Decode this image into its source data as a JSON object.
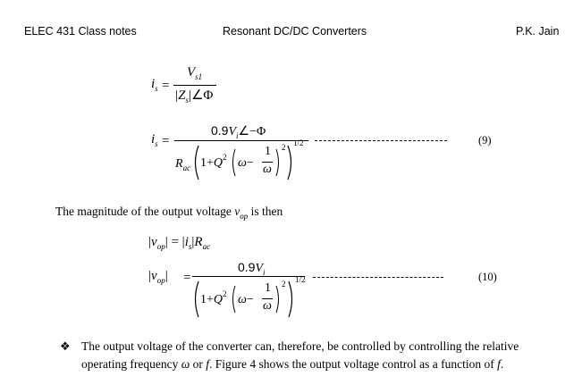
{
  "header": {
    "course": "ELEC 431 Class notes",
    "title": "Resonant DC/DC Converters",
    "author": "P.K. Jain"
  },
  "eq1": {
    "lhs": "i",
    "lhs_sub": "s",
    "equals": "=",
    "num": "V",
    "num_sub": "s1",
    "den": "|Z",
    "den_sub": "s",
    "den_tail": "|∠Φ"
  },
  "eq9": {
    "lhs": "i",
    "lhs_sub": "s",
    "equals": "=",
    "num_coef": "0.9",
    "num_var": "V",
    "num_var_sub": "i",
    "num_tail": "∠−Φ",
    "den_R": "R",
    "den_R_sub": "ac",
    "one_plus": "1+",
    "Q": "Q",
    "Q_sup": "2",
    "omega": "ω",
    "minus": "−",
    "frac_num": "1",
    "frac_den": "ω",
    "inner_sup": "2",
    "outer_sup": "1/2",
    "number": "(9)"
  },
  "sentence": {
    "text_before": "The magnitude of the output voltage ",
    "var": "v",
    "var_sub": "op",
    "text_after": " is then"
  },
  "eq_mag": {
    "v": "v",
    "v_sub": "op",
    "eq": "=",
    "i": "i",
    "i_sub": "s",
    "R": "R",
    "R_sub": "ac"
  },
  "eq10": {
    "v": "v",
    "v_sub": "op",
    "equals": "=",
    "num_coef": "0.9",
    "num_var": "V",
    "num_var_sub": "i",
    "one_plus": "1+",
    "Q": "Q",
    "Q_sup": "2",
    "omega": "ω",
    "minus": "−",
    "frac_num": "1",
    "frac_den": "ω",
    "inner_sup": "2",
    "outer_sup": "1/2",
    "number": "(10)"
  },
  "bullet": {
    "line1": "The output voltage of the converter can, therefore, be controlled by controlling the relative",
    "line2_a": "operating frequency ",
    "line2_omega": "ω",
    "line2_b": " or ",
    "line2_f": "f",
    "line2_c": ".  Figure 4 shows the output voltage control as a function of ",
    "line2_f2": "f",
    "line2_d": "."
  }
}
